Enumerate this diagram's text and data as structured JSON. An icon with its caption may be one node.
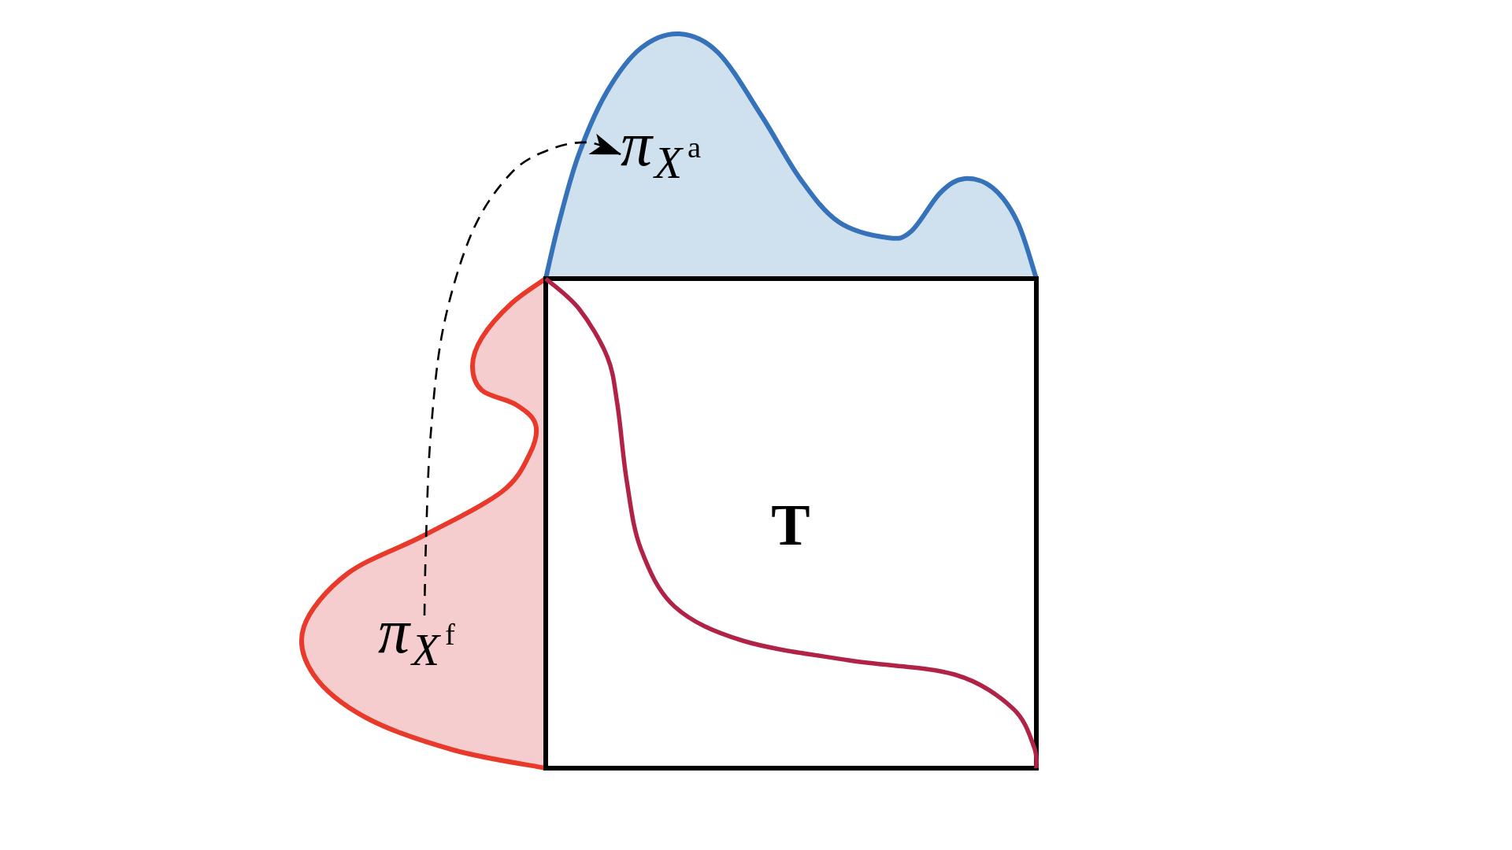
{
  "diagram": {
    "nodes": [
      {
        "text": [
          "π$_{X}$$^{a}$"
        ]
      },
      {
        "text": [
          "π$_{X}$$^{f}$"
        ]
      },
      {
        "text": [
          "T"
        ]
      }
    ],
    "edges": [
      {
        "from": 1,
        "to": 0,
        "arrow": "to",
        "style": "dashed"
      }
    ]
  }
}
